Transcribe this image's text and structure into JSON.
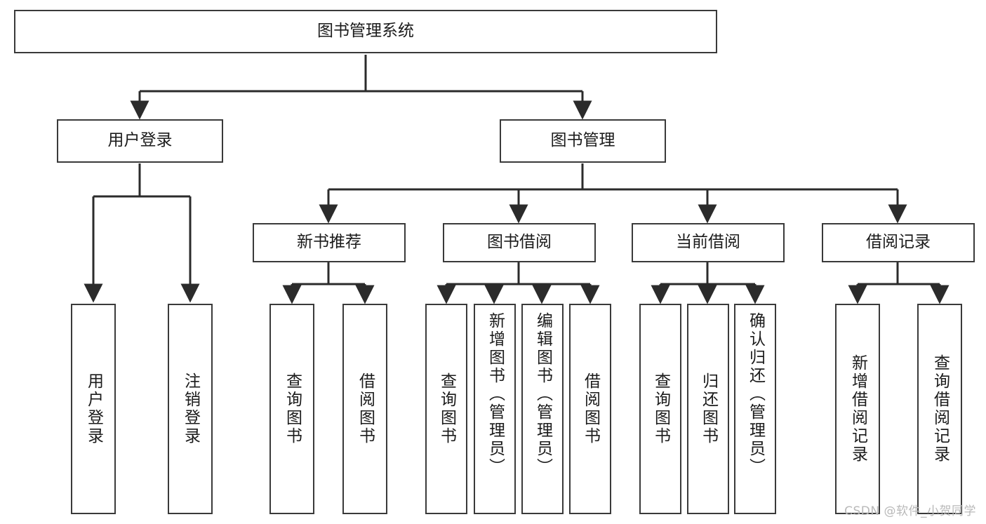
{
  "diagram": {
    "title": "图书管理系统",
    "watermark": "CSDN @软件_小贺同学",
    "colors": {
      "background": "#ffffff",
      "border": "#3a3a3a",
      "text": "#1b1b1b",
      "edge": "#2b2b2b",
      "watermark": "#b9b9b9"
    },
    "nodes": {
      "root": {
        "label": "图书管理系统"
      },
      "level2": [
        {
          "label": "用户登录"
        },
        {
          "label": "图书管理"
        }
      ],
      "level3": [
        {
          "label": "新书推荐"
        },
        {
          "label": "图书借阅"
        },
        {
          "label": "当前借阅"
        },
        {
          "label": "借阅记录"
        }
      ],
      "leaves": {
        "user_login": [
          {
            "label": "用户登录"
          },
          {
            "label": "注销登录"
          }
        ],
        "new_book_recommend": [
          {
            "label": "查询图书"
          },
          {
            "label": "借阅图书"
          }
        ],
        "book_borrow": [
          {
            "label": "查询图书"
          },
          {
            "label": "新增图书（管理员）"
          },
          {
            "label": "编辑图书（管理员）"
          },
          {
            "label": "借阅图书"
          }
        ],
        "current_borrow": [
          {
            "label": "查询图书"
          },
          {
            "label": "归还图书"
          },
          {
            "label": "确认归还（管理员）"
          }
        ],
        "borrow_record": [
          {
            "label": "新增借阅记录"
          },
          {
            "label": "查询借阅记录"
          }
        ]
      }
    }
  }
}
